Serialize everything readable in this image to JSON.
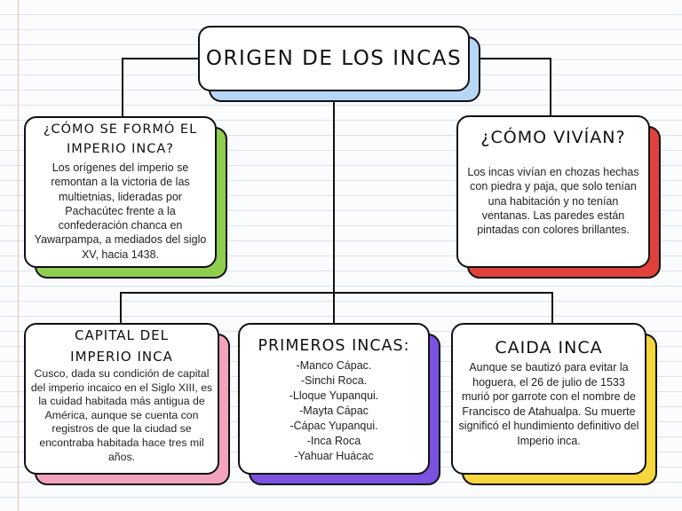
{
  "main_title": "ORIGEN DE LOS INCAS",
  "formation": {
    "title_line1": "¿CÓMO SE FORMÓ EL",
    "title_line2": "IMPERIO INCA?",
    "text": "Los orígenes del imperio se remontan a la victoria de las multietnias, lideradas por Pachacútec frente a la confederación chanca en Yawarpampa, a mediados del siglo XV, hacia 1438."
  },
  "living": {
    "title": "¿CÓMO VIVÍAN?",
    "text": "Los incas vivían en chozas hechas con piedra y paja, que solo tenían una habitación y no tenían ventanas. Las paredes están pintadas con colores brillantes."
  },
  "capital": {
    "title_line1": "CAPITAL DEL",
    "title_line2": "IMPERIO INCA",
    "text": "Cusco, dada su condición de capital del imperio incaico en el Siglo XIII, es la cuidad habitada más antigua de América, aunque se cuenta con registros de que la ciudad se encontraba habitada hace tres mil años."
  },
  "first_incas": {
    "title": "PRIMEROS INCAS:",
    "items": [
      "-Manco Cápac.",
      "-Sinchi Roca.",
      "-Lloque Yupanqui.",
      "-Mayta Cápac",
      "-Cápac Yupanqui.",
      "-Inca Roca",
      "-Yahuar Huácac"
    ]
  },
  "fall": {
    "title": "CAIDA INCA",
    "text": "Aunque se bautizó para evitar la hoguera, el 26 de julio de 1533 murió por garrote con el nombre de Francisco de Atahualpa. Su muerte significó el hundimiento definitivo del Imperio inca."
  },
  "colors": {
    "main_accent": "#b8d6f7",
    "formation_accent": "#8fce4f",
    "living_accent": "#e0413b",
    "capital_accent": "#f3a3bd",
    "first_incas_accent": "#7b52e0",
    "fall_accent": "#f5d63d"
  }
}
